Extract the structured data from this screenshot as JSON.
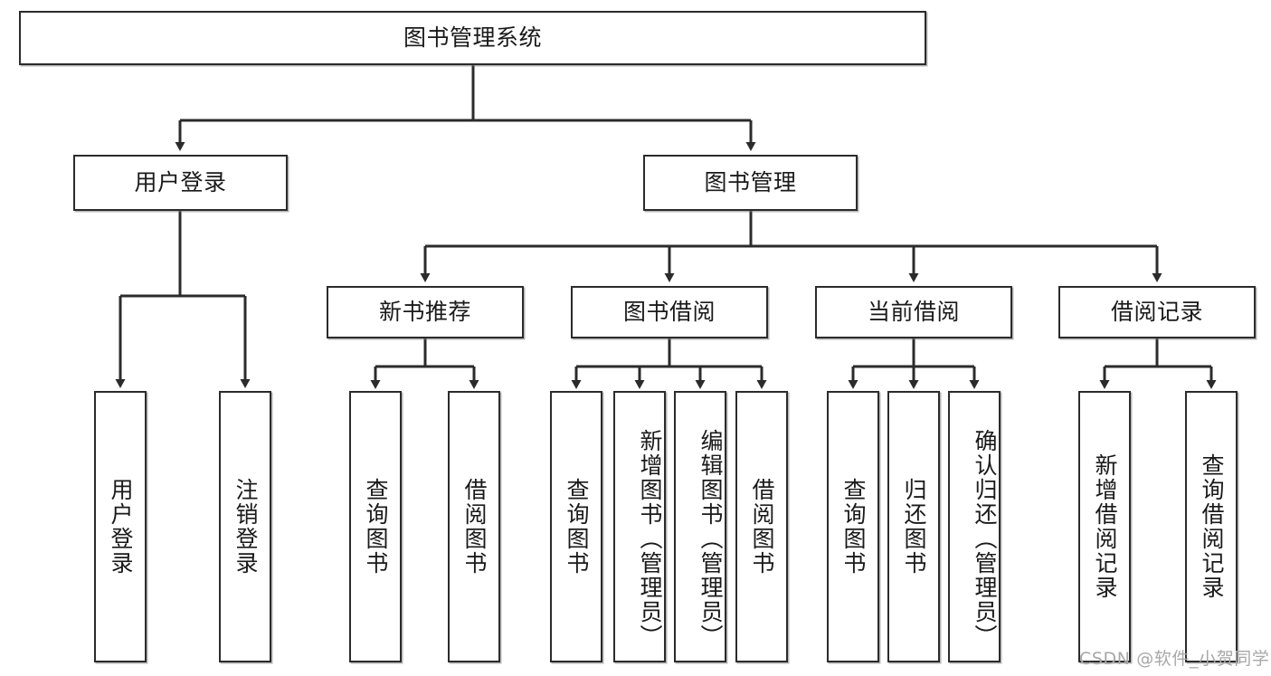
{
  "diagram": {
    "type": "tree-hierarchy-diagram",
    "title": "图书管理系统",
    "stroke_color": "#2b2b2b",
    "fill_color": "#ffffff",
    "text_color": "#1a1a1a",
    "root": {
      "label": "图书管理系统"
    },
    "level2": [
      {
        "label": "用户登录"
      },
      {
        "label": "图书管理"
      }
    ],
    "level3": [
      {
        "label": "新书推荐"
      },
      {
        "label": "图书借阅"
      },
      {
        "label": "当前借阅"
      },
      {
        "label": "借阅记录"
      }
    ],
    "leaves": {
      "user_login": [
        {
          "label": "用户登录"
        },
        {
          "label": "注销登录"
        }
      ],
      "new_book_recommend": [
        {
          "label": "查询图书"
        },
        {
          "label": "借阅图书"
        }
      ],
      "book_borrow": [
        {
          "label": "查询图书"
        },
        {
          "label": "新增图书（管理员）"
        },
        {
          "label": "编辑图书（管理员）"
        },
        {
          "label": "借阅图书"
        }
      ],
      "current_borrow": [
        {
          "label": "查询图书"
        },
        {
          "label": "归还图书"
        },
        {
          "label": "确认归还（管理员）"
        }
      ],
      "borrow_record": [
        {
          "label": "新增借阅记录"
        },
        {
          "label": "查询借阅记录"
        }
      ]
    }
  },
  "watermark": {
    "text": "CSDN @软件_小贺同学"
  }
}
